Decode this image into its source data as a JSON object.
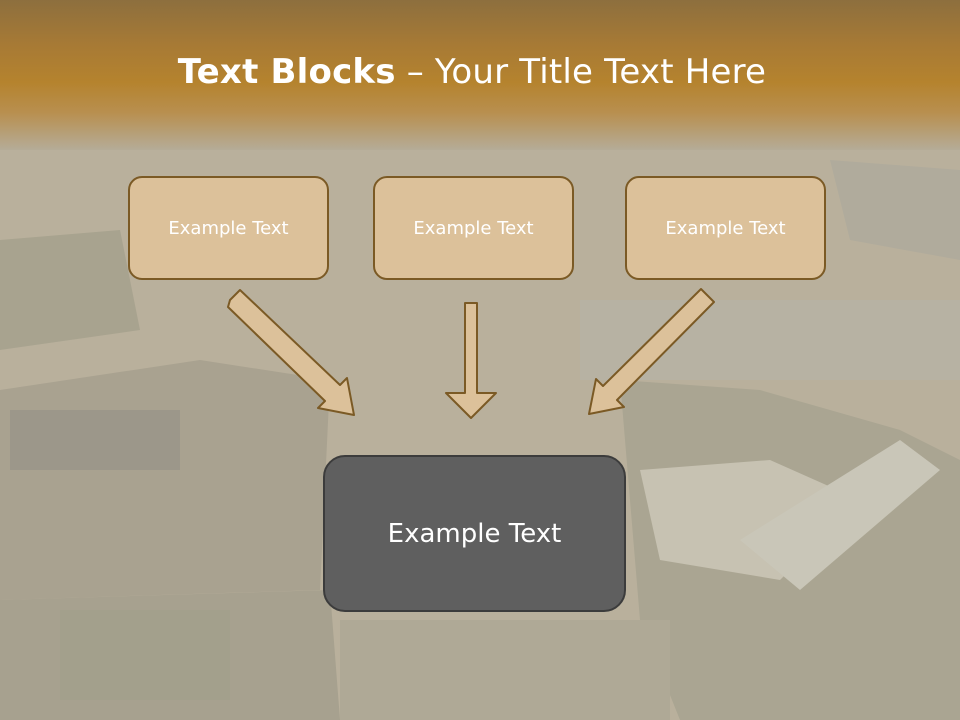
{
  "slide": {
    "title_bold": "Text Blocks",
    "title_separator": " – ",
    "title_rest": "Your Title Text Here"
  },
  "blocks": [
    {
      "label": "Example Text"
    },
    {
      "label": "Example Text"
    },
    {
      "label": "Example Text"
    }
  ],
  "main_block": {
    "label": "Example Text"
  },
  "colors": {
    "header": "#b5832e",
    "block_fill": "#dcc19a",
    "block_border": "#7b5a25",
    "main_fill": "#5f5f5f",
    "arrow_fill": "#dcc19a"
  }
}
